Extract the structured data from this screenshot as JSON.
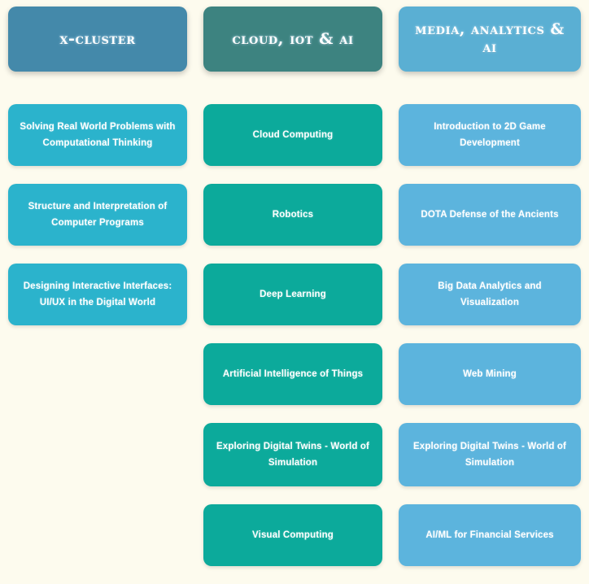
{
  "page": {
    "background_color": "#fdfbee",
    "title": "Cluster Course Board"
  },
  "columns": [
    {
      "id": "x-cluster",
      "header": {
        "label": "X-Cluster",
        "color": "#4489aa"
      },
      "card_color": "#2bb3cc",
      "cards": [
        {
          "label": "Solving Real World Problems with Computational Thinking"
        },
        {
          "label": "Structure and Interpretation of Computer Programs"
        },
        {
          "label": "Designing Interactive Interfaces: UI/UX in the Digital World"
        }
      ]
    },
    {
      "id": "cloud-iot-ai",
      "header": {
        "label": "Cloud, IoT & AI",
        "color": "#3d8380"
      },
      "card_color": "#0caa9b",
      "cards": [
        {
          "label": "Cloud Computing"
        },
        {
          "label": "Robotics"
        },
        {
          "label": "Deep Learning"
        },
        {
          "label": "Artificial Intelligence of Things"
        },
        {
          "label": "Exploring Digital Twins - World of Simulation"
        },
        {
          "label": "Visual Computing"
        }
      ]
    },
    {
      "id": "media-analytics-ai",
      "header": {
        "label": "Media, Analytics & AI",
        "color": "#5aafd3"
      },
      "card_color": "#5cb4dd",
      "cards": [
        {
          "label": "Introduction to 2D Game Development"
        },
        {
          "label": "DOTA Defense of the Ancients"
        },
        {
          "label": "Big Data Analytics and Visualization"
        },
        {
          "label": "Web Mining"
        },
        {
          "label": "Exploring Digital Twins - World of Simulation"
        },
        {
          "label": "AI/ML for Financial Services"
        }
      ]
    }
  ]
}
